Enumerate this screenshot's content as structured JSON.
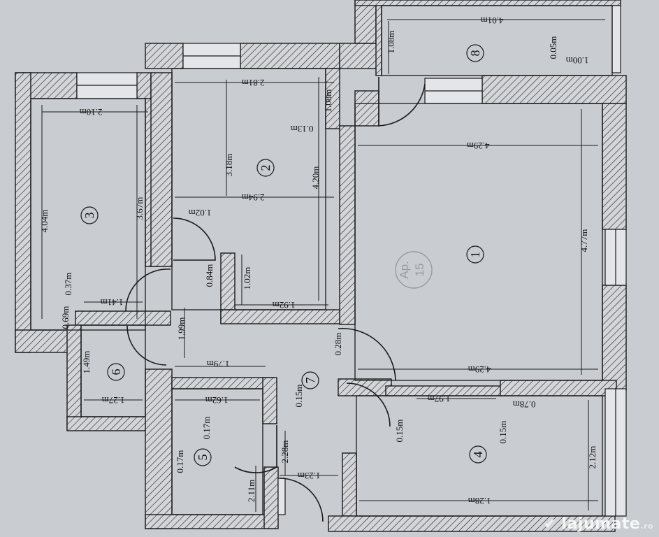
{
  "plan": {
    "apartment_stamp": [
      "Ap.",
      "15"
    ],
    "room_numbers": [
      "1",
      "2",
      "3",
      "4",
      "5",
      "6",
      "7",
      "8"
    ],
    "dimensions": {
      "r8_w": "4.01m",
      "r8_h": "1.08m",
      "r8_a": "0.05m",
      "r8_b": "1.00m",
      "r1_top": "4.29m",
      "r1_bottom": "4.29m",
      "r1_h": "4.77m",
      "r2_top": "2.81m",
      "r2_b1": "1.08m",
      "r2_b2": "0.13m",
      "r2_h1": "3.18m",
      "r2_h2": "4.20m",
      "r2_mid": "2.94m",
      "r2_c": "1.02m",
      "r2_d": "1.02m",
      "r2_bottom": "1.92m",
      "r3_top": "2.10m",
      "r3_h1": "4.04m",
      "r3_h2": "3.67m",
      "r3_a": "0.37m",
      "r3_b": "1.41m",
      "r3_c": "0.69m",
      "r7_a": "0.84m",
      "r7_b": "1.99m",
      "r7_c": "1.79m",
      "r7_d": "0.28m",
      "r7_e": "0.15m",
      "r7_f": "2.28m",
      "r6_h": "1.49m",
      "r6_w": "1.27m",
      "r5_w": "1.62m",
      "r5_a": "0.17m",
      "r5_b": "0.17m",
      "r5_h": "2.11m",
      "r4_top": "1.97m",
      "r4_a": "0.78m",
      "r4_b": "0.15m",
      "r4_c": "0.15m",
      "r4_h": "2.12m",
      "r4_bottom": "1.28m",
      "hall_a": "1.23m"
    }
  },
  "watermark": {
    "brand": "lajumate",
    "tld": ".ro",
    "icon": "check-badge-icon"
  }
}
